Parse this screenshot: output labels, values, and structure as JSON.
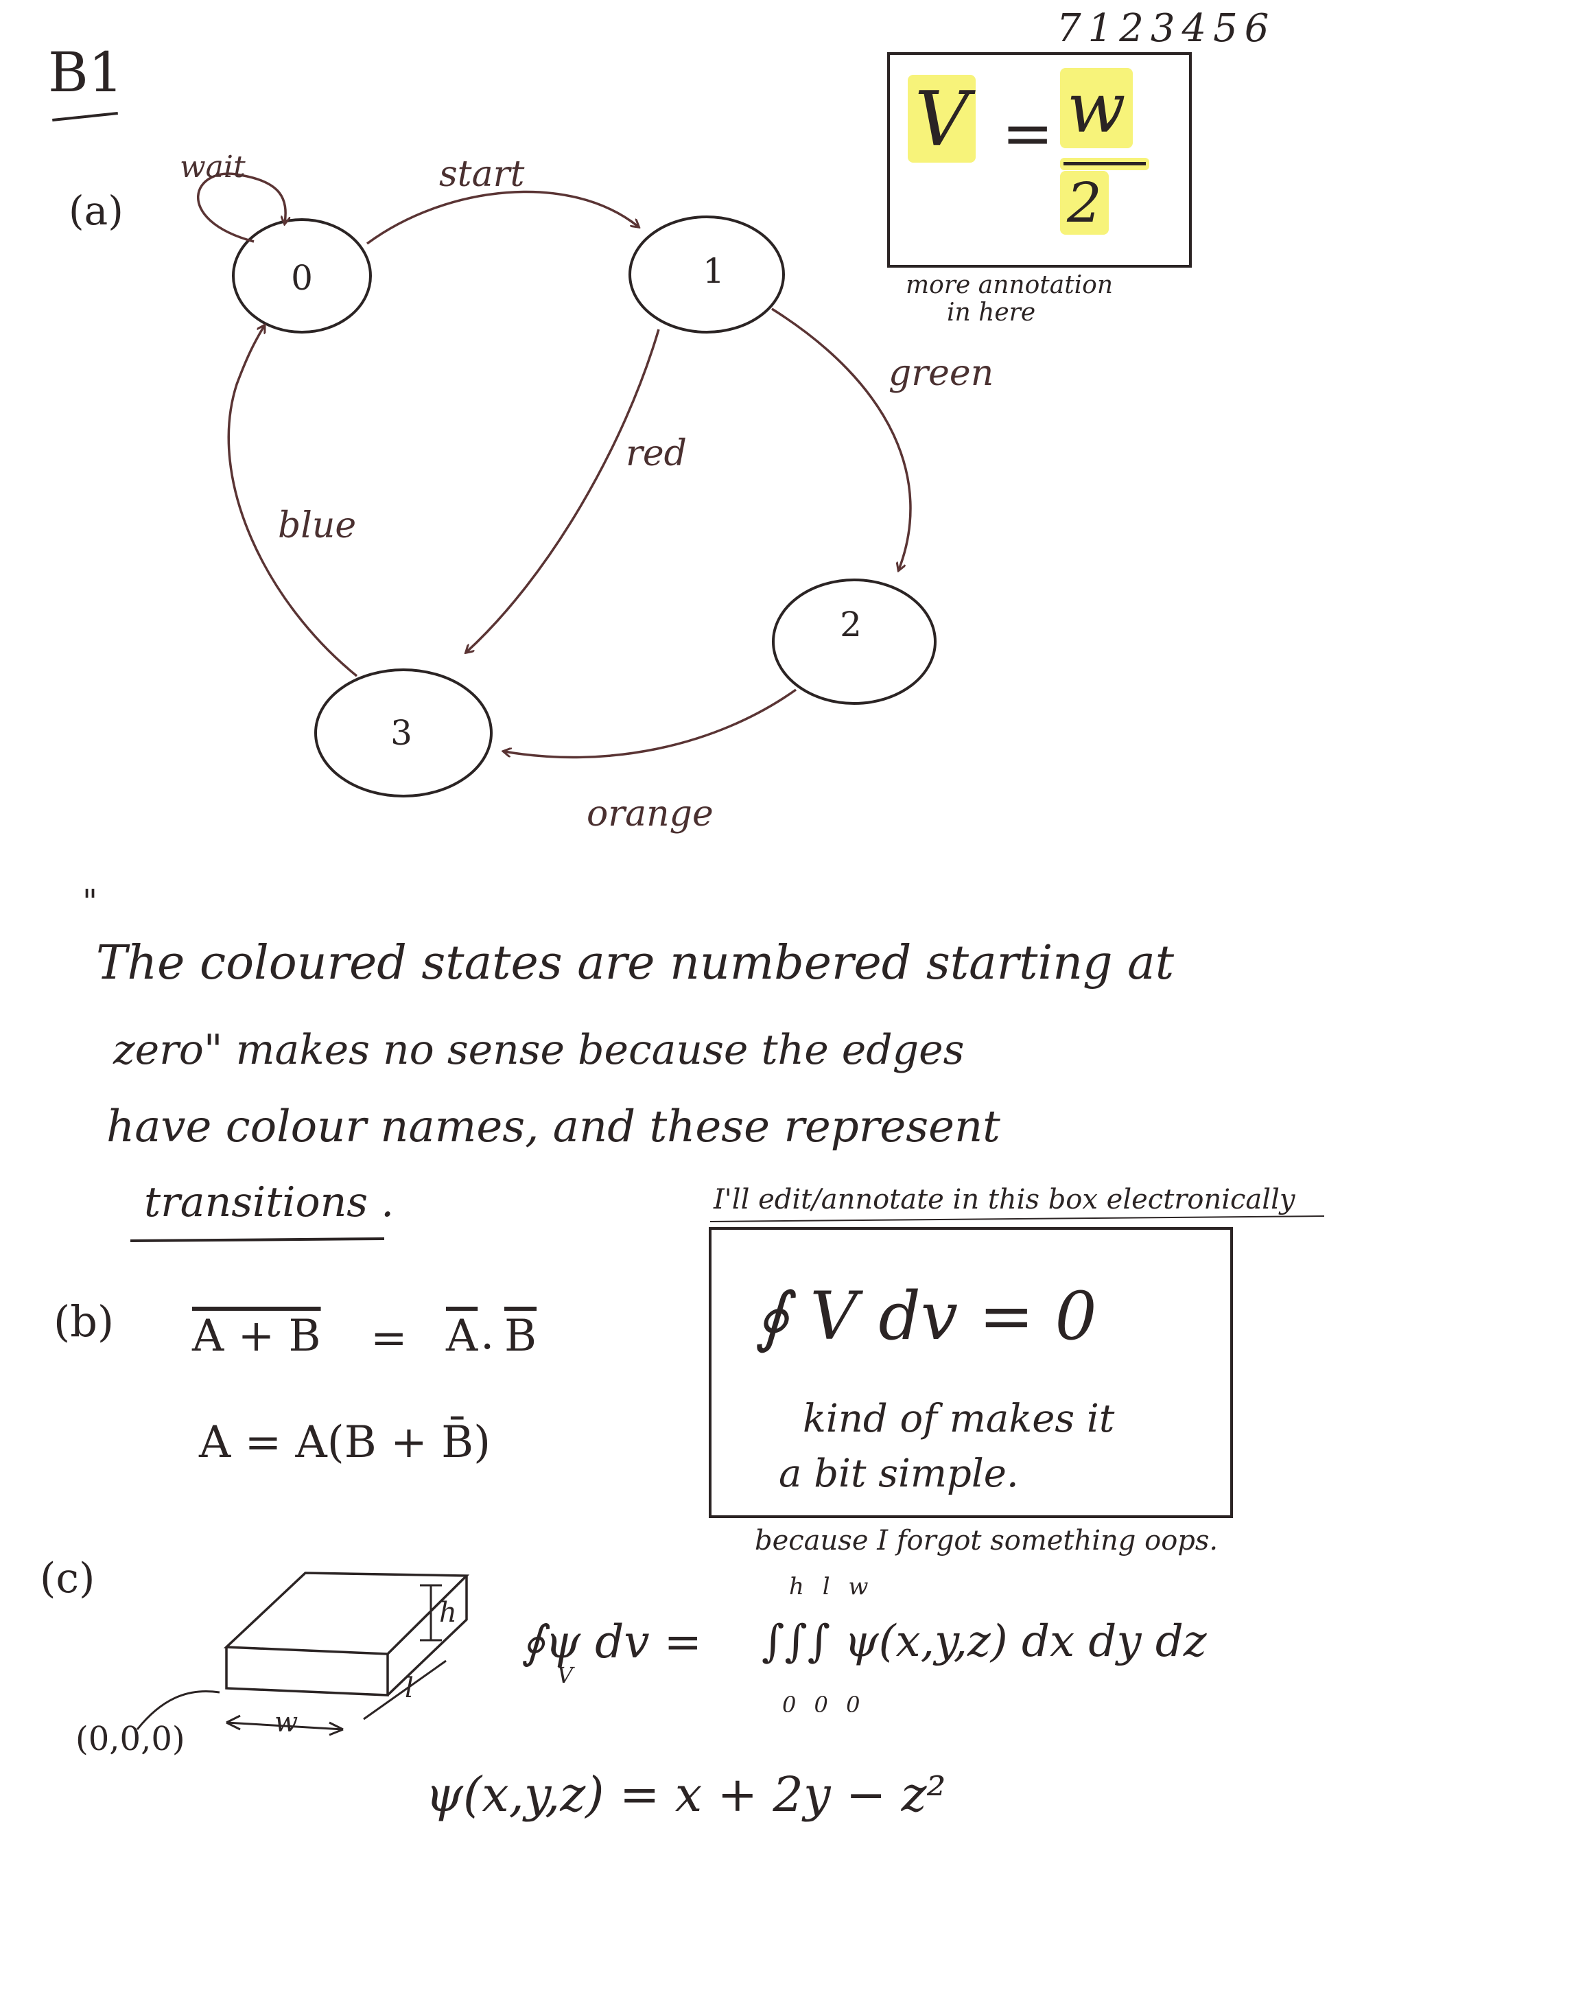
{
  "header": {
    "section": "B1",
    "corner_number": "7123456"
  },
  "part_a": {
    "label": "(a)",
    "states": [
      "0",
      "1",
      "2",
      "3"
    ],
    "edges": {
      "wait": "wait",
      "start": "start",
      "green": "green",
      "red": "red",
      "blue": "blue",
      "orange": "orange"
    },
    "annotation_box": {
      "equation_lhs": "V",
      "equation_eq": "=",
      "equation_num": "w",
      "equation_den": "2",
      "caption_line1": "more annotation",
      "caption_line2": "in here"
    },
    "comment": {
      "open_quote": "\"",
      "line1": "The coloured states are numbered starting at",
      "line2": "zero\" makes no sense because the edges",
      "line3": "have colour names, and these represent",
      "line4": "transitions ."
    }
  },
  "part_b": {
    "label": "(b)",
    "eq1_lhs": "A + B",
    "eq1_eq": "=",
    "eq1_rhs_a": "A",
    "eq1_rhs_dot": ".",
    "eq1_rhs_b": "B",
    "eq2": "A = A(B + B̄)",
    "note_above_box": "I'll edit/annotate in this box electronically",
    "box_integral": "∮ V dv = 0",
    "box_line1": "kind of makes it",
    "box_line2": "a bit simple.",
    "note_below_box": "because I forgot something oops."
  },
  "part_c": {
    "label": "(c)",
    "origin": "(0,0,0)",
    "dim_w": "w",
    "dim_h": "h",
    "dim_l": "l",
    "integral_lhs": "∮ψ dv =",
    "integral_sub": "V",
    "integral_upper": "h l w",
    "integral_lower": "0 0 0",
    "integral_rhs": "∫∫∫ ψ(x,y,z) dx dy dz",
    "psi_def": "ψ(x,y,z) = x + 2y − z²"
  },
  "colors": {
    "ink": "#2b2424",
    "edge_ink": "#5a3434",
    "highlight": "#f7f37a"
  }
}
